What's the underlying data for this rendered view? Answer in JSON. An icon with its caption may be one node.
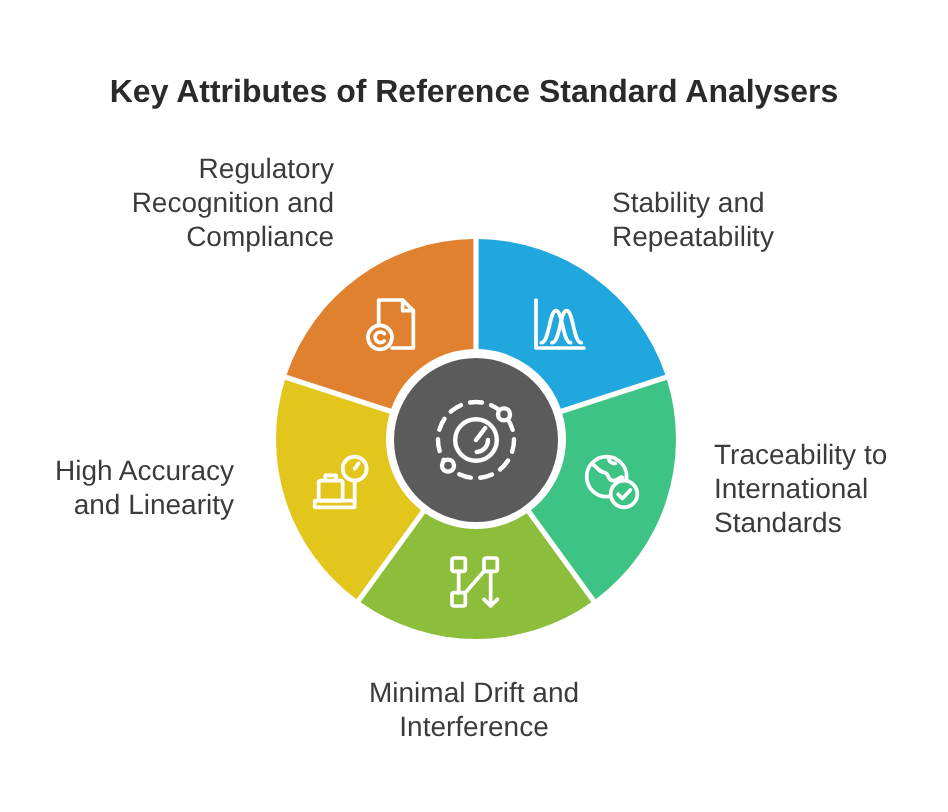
{
  "diagram": {
    "title": "Key Attributes of Reference Standard Analysers",
    "nodes": [
      {
        "text": [
          "Regulatory Recognition and Compliance"
        ]
      },
      {
        "text": [
          "Stability and Repeatability"
        ]
      },
      {
        "text": [
          "Traceability to International Standards"
        ]
      },
      {
        "text": [
          "Minimal Drift and Interference"
        ]
      },
      {
        "text": [
          "High Accuracy and Linearity"
        ]
      },
      {
        "text": [],
        "shape": "circle"
      }
    ]
  }
}
